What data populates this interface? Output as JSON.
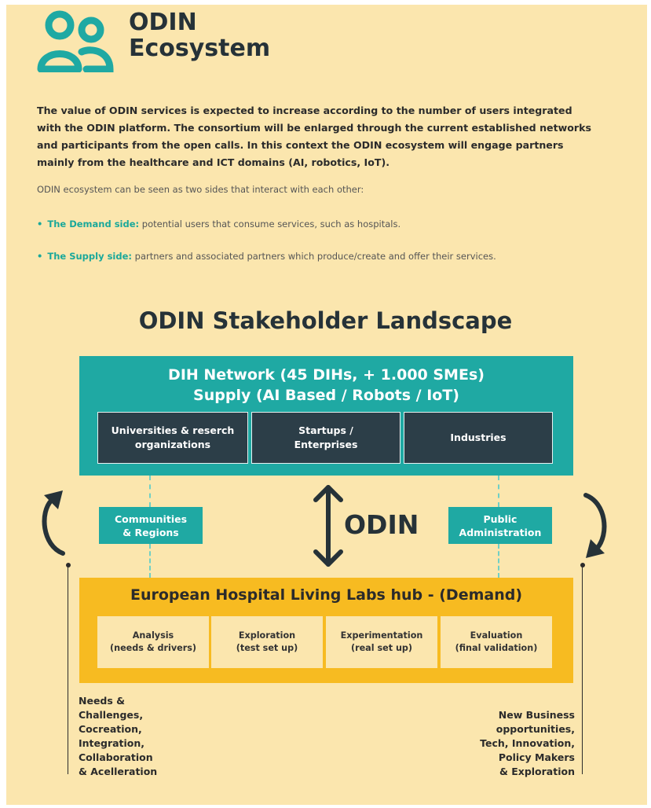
{
  "header": {
    "title_line1": "ODIN",
    "title_line2": "Ecosystem",
    "icon": "users-icon",
    "icon_color": "#1fa9a3"
  },
  "intro": {
    "line1": "The value of ODIN services is expected to increase according to the number of users integrated",
    "line2": "with the ODIN platform. The consortium will be enlarged through the current established networks",
    "line3": "and participants from the open calls. In this context the ODIN ecosystem will engage partners",
    "line4": "mainly from the healthcare and ICT domains (AI, robotics, IoT).",
    "lead": "ODIN ecosystem can be seen as two sides that interact with each other:",
    "bullets": [
      {
        "label": "The Demand side:",
        "text": "potential users that consume services, such as hospitals."
      },
      {
        "label": "The Supply side:",
        "text": "partners and associated partners which produce/create and offer their services."
      }
    ]
  },
  "landscape": {
    "title": "ODIN Stakeholder Landscape",
    "supply": {
      "line1": "DIH Network (45 DIHs, + 1.000 SMEs)",
      "line2": "Supply (AI Based / Robots / IoT)",
      "boxes": [
        {
          "l1": "Universities & reserch",
          "l2": "organizations"
        },
        {
          "l1": "Startups /",
          "l2": "Enterprises"
        },
        {
          "l1": "Industries",
          "l2": ""
        }
      ]
    },
    "middle": {
      "left": {
        "l1": "Communities",
        "l2": "& Regions"
      },
      "center": "ODIN",
      "right": {
        "l1": "Public",
        "l2": "Administration"
      }
    },
    "demand": {
      "title": "European Hospital Living Labs hub - (Demand)",
      "boxes": [
        {
          "l1": "Analysis",
          "l2": "(needs & drivers)"
        },
        {
          "l1": "Exploration",
          "l2": "(test set up)"
        },
        {
          "l1": "Experimentation",
          "l2": "(real set up)"
        },
        {
          "l1": "Evaluation",
          "l2": "(final validation)"
        }
      ]
    },
    "left_notes": [
      "Needs &",
      "Challenges,",
      "Cocreation,",
      "Integration,",
      "Collaboration",
      "& Acelleration"
    ],
    "right_notes": [
      "New Business",
      "opportunities,",
      "Tech, Innovation,",
      "Policy Makers",
      "& Exploration"
    ]
  },
  "colors": {
    "background": "#fbe6ae",
    "teal": "#1fa9a3",
    "dark": "#2c3e48",
    "yellow": "#f7bb21"
  }
}
